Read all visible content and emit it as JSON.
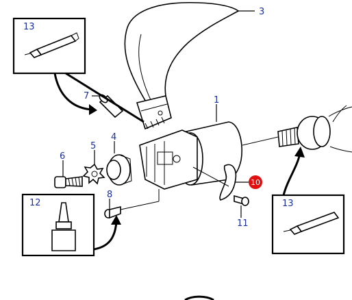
{
  "callouts": {
    "c1": "1",
    "c3": "3",
    "c4": "4",
    "c5": "5",
    "c6": "6",
    "c7": "7",
    "c8": "8",
    "c10": "10",
    "c11": "11"
  },
  "insets": {
    "top_left": "13",
    "bottom_left": "12",
    "bottom_right": "13"
  },
  "colors": {
    "callout_text": "#1a2fa0",
    "highlight_badge": "#e01010"
  }
}
